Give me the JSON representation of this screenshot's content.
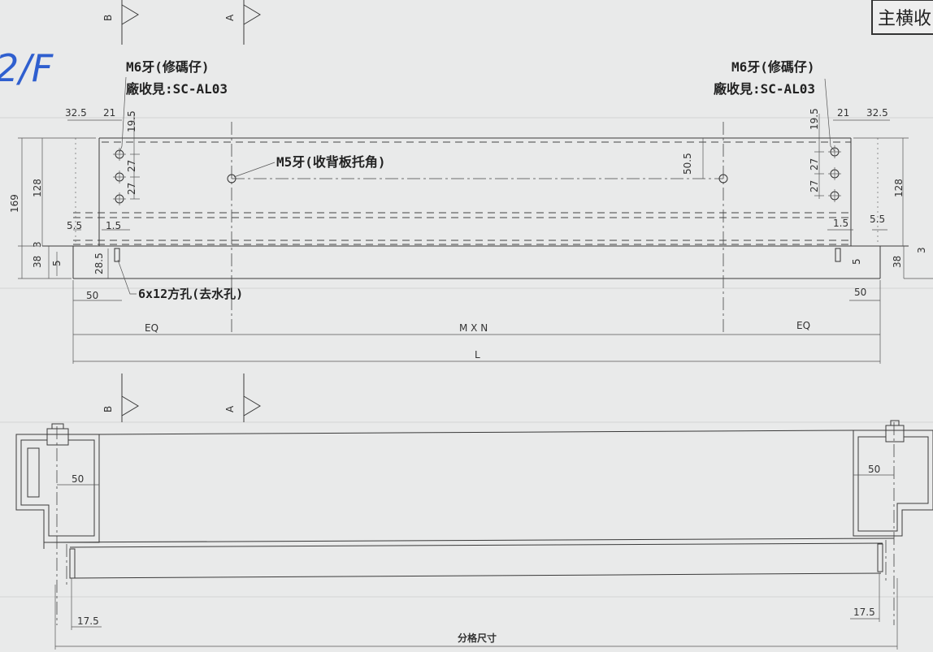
{
  "title_box": "主横收",
  "handwritten_note": "2/F",
  "section_markers": {
    "a": "A",
    "b": "B"
  },
  "callouts": {
    "m6_left_line1": "M6牙(修碼仔)",
    "m6_left_line2": "廠收見:SC-AL03",
    "m6_right_line1": "M6牙(修碼仔)",
    "m6_right_line2": "廠收見:SC-AL03",
    "m5": "M5牙(收背板托角)",
    "drain_hole": "6x12方孔(去水孔)"
  },
  "dims": {
    "d32_5_left": "32.5",
    "d21_left": "21",
    "d19_5_left": "19.5",
    "d27a_left": "27",
    "d27b_left": "27",
    "d169": "169",
    "d128_left": "128",
    "d5_5_left": "5.5",
    "d1_5_left": "1.5",
    "d38_left": "38",
    "d3_left": "3",
    "d5_left": "5",
    "d28_5": "28.5",
    "d50_left": "50",
    "d50_5": "50.5",
    "d21_right": "21",
    "d32_5_right": "32.5",
    "d19_5_right": "19.5",
    "d27a_right": "27",
    "d27b_right": "27",
    "d128_right": "128",
    "d1_5_right": "1.5",
    "d5_5_right": "5.5",
    "d5_right": "5",
    "d38_right": "38",
    "d3_right": "3",
    "d50_right": "50",
    "eq_left": "EQ",
    "mxn": "M X N",
    "eq_right": "EQ",
    "l": "L",
    "d50_sec_left": "50",
    "d50_sec_right": "50",
    "d17_5_left": "17.5",
    "d17_5_right": "17.5",
    "span": "分格尺寸"
  }
}
